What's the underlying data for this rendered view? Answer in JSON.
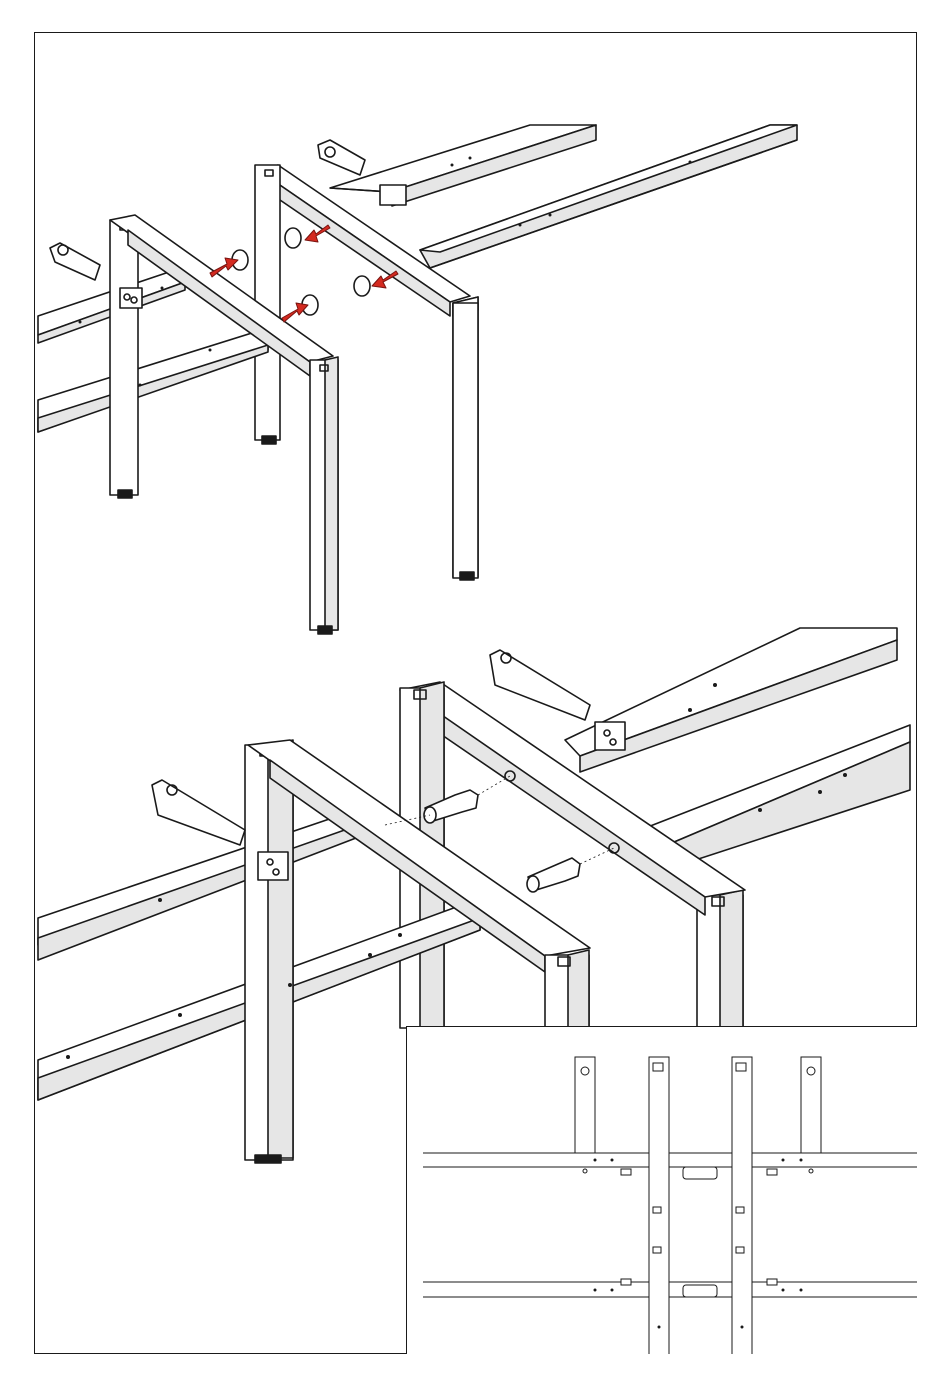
{
  "figure": {
    "kind": "assembly-instruction",
    "panels": [
      "step-insert-end-caps",
      "step-join-connector-pins",
      "detail-top-view"
    ],
    "colors": {
      "line": "#1a1a1a",
      "shade": "#e6e6e6",
      "arrow": "#d42a20",
      "background": "#ffffff"
    },
    "icons": [
      "arrow-icon",
      "end-cap-plug-icon",
      "connector-pin-icon",
      "leveling-foot-icon"
    ]
  }
}
